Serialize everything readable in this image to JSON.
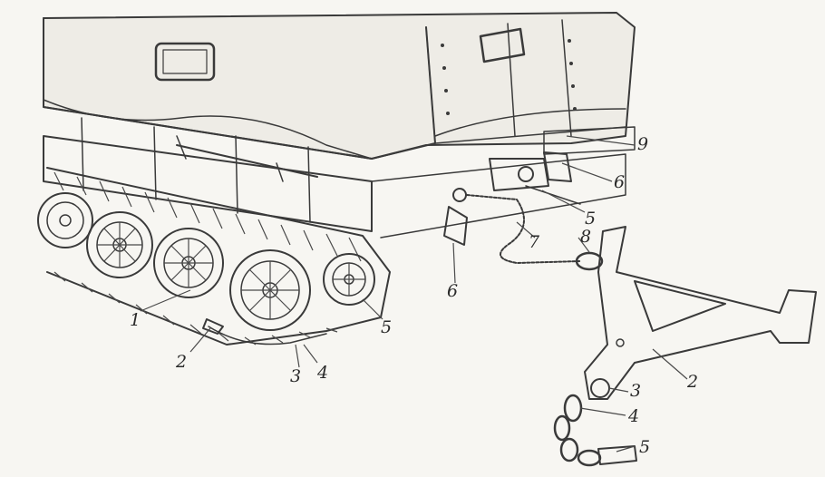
{
  "labels": {
    "l1": "1",
    "l2a": "2",
    "l3a": "3",
    "l4a": "4",
    "l5a": "5",
    "l5b": "5",
    "l6a": "6",
    "l6b": "6",
    "l7": "7",
    "l8": "8",
    "l9": "9",
    "l2b": "2",
    "l3b": "3",
    "l4b": "4",
    "l5c": "5"
  },
  "colors": {
    "ink": "#3a3a3a",
    "paper": "#f7f6f2"
  }
}
